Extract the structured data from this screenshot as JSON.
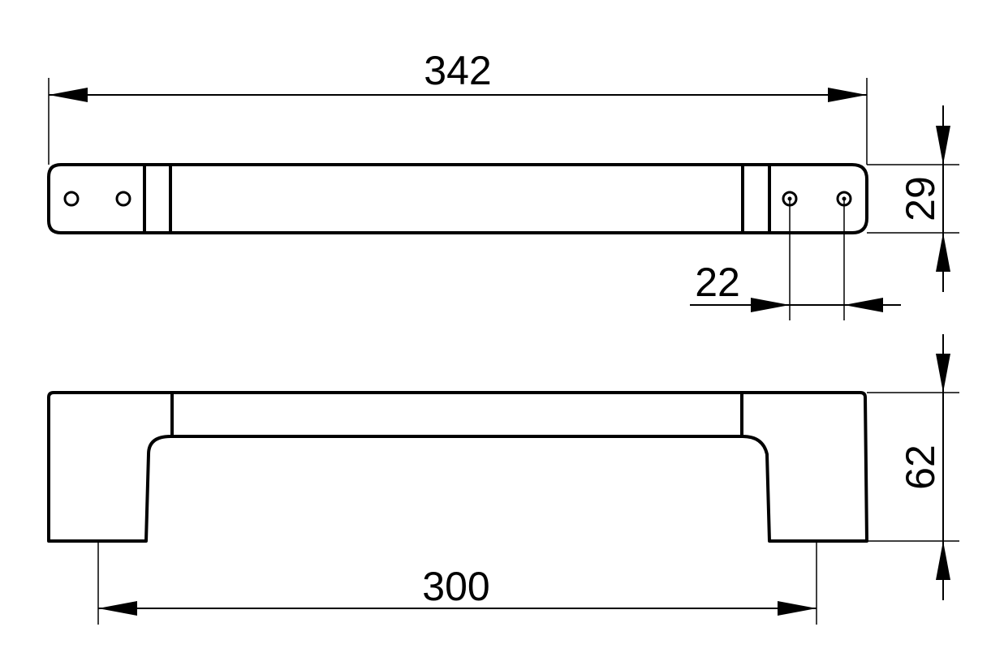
{
  "dimensions": {
    "overall_length": "342",
    "height_top_view": "29",
    "hole_spacing": "22",
    "height_side_view": "62",
    "mount_spacing": "300"
  },
  "colors": {
    "line": "#000000",
    "background": "#ffffff"
  }
}
